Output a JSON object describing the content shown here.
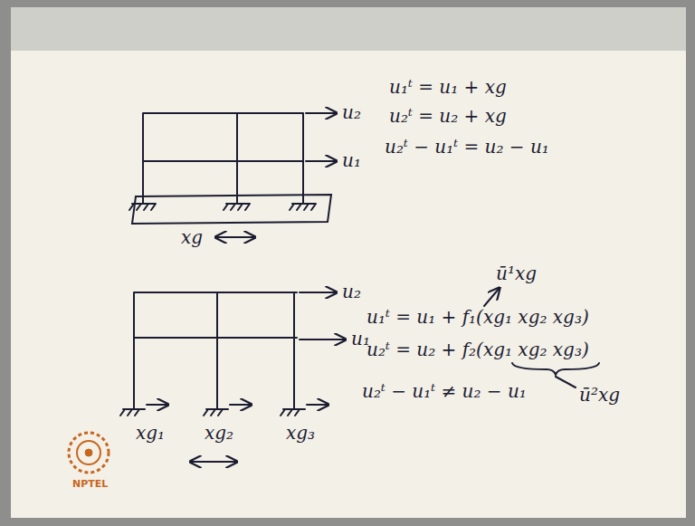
{
  "diagram": {
    "labels": [
      "u₂",
      "u₁",
      "u₁ᵗ = u₁ + xg",
      "u₂ᵗ = u₂ + xg",
      "u₂ᵗ − u₁ᵗ = u₂ − u₁",
      "xg",
      "u₂",
      "u₁",
      "ū¹xg",
      "u₁ᵗ = u₁ + f₁(xg₁ xg₂ xg₃)",
      "u₂ᵗ = u₂ + f₂(xg₁ xg₂ xg₃)",
      "u₂ᵗ − u₁ᵗ ≠ u₂ − u₁",
      "ū²xg",
      "xg₁",
      "xg₂",
      "xg₃",
      "NPTEL"
    ]
  }
}
